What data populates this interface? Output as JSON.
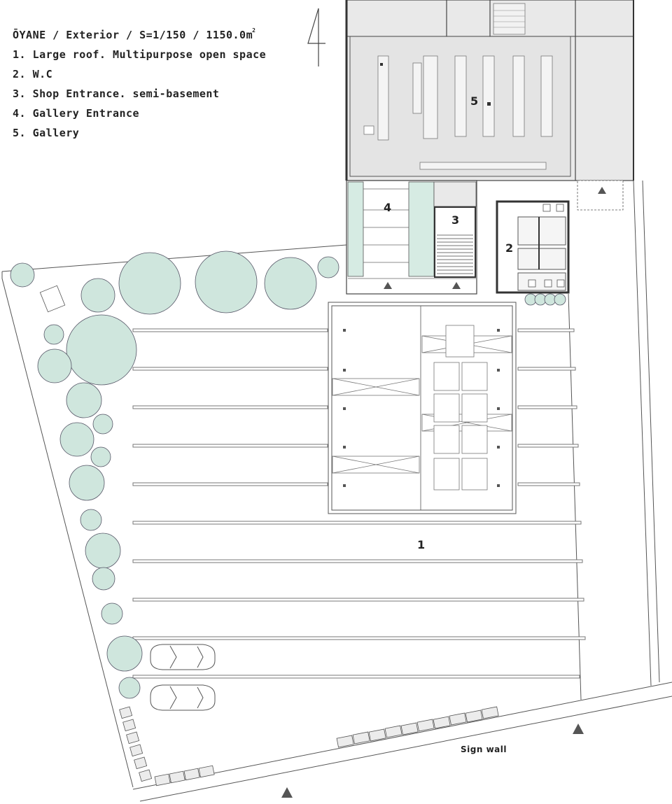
{
  "legend": {
    "title_prefix": "ŌYANE / Exterior / S=1/150 / 1150.0m",
    "title_sup": "2",
    "items": [
      "1. Large roof. Multipurpose open space",
      "2. W.C",
      "3. Shop Entrance. semi-basement",
      "4. Gallery Entrance",
      "5. Gallery"
    ]
  },
  "labels": {
    "area_1": "1",
    "area_2": "2",
    "area_3": "3",
    "area_4": "4",
    "area_5": "5",
    "sign_wall": "Sign wall"
  },
  "colors": {
    "line": "#444444",
    "building_fill": "#e9e9e9",
    "tree_fill": "#cfe6dd",
    "glass_fill": "#d6ebe3",
    "wall": "#333333"
  }
}
